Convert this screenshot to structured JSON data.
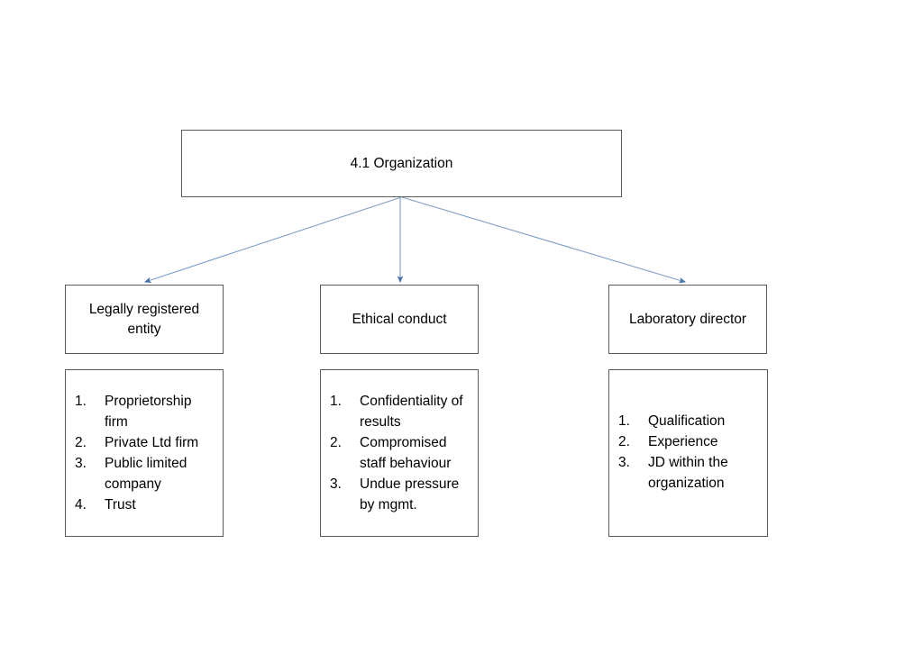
{
  "diagram": {
    "title": "4.1 Organization",
    "root": {
      "label": "4.1 Organization"
    },
    "categories": [
      {
        "label": "Legally registered entity"
      },
      {
        "label": "Ethical conduct"
      },
      {
        "label": "Laboratory director"
      }
    ],
    "details": [
      {
        "items": [
          {
            "marker": "1.",
            "text": "Proprietorship firm"
          },
          {
            "marker": "2.",
            "text": "Private Ltd firm"
          },
          {
            "marker": "3.",
            "text": "Public limited company"
          },
          {
            "marker": "4.",
            "text": "Trust"
          }
        ]
      },
      {
        "items": [
          {
            "marker": "1.",
            "text": "Confidentiality of results"
          },
          {
            "marker": "2.",
            "text": "Compromised staff behaviour"
          },
          {
            "marker": "3.",
            "text": "Undue pressure by mgmt."
          }
        ]
      },
      {
        "items": [
          {
            "marker": "1.",
            "text": "Qualification"
          },
          {
            "marker": "2.",
            "text": "Experience"
          },
          {
            "marker": "3.",
            "text": "JD within the organization"
          }
        ]
      }
    ],
    "colors": {
      "box_border": "#5a5a5a",
      "connector": "#4472a8",
      "text": "#000000",
      "background": "#ffffff"
    }
  }
}
